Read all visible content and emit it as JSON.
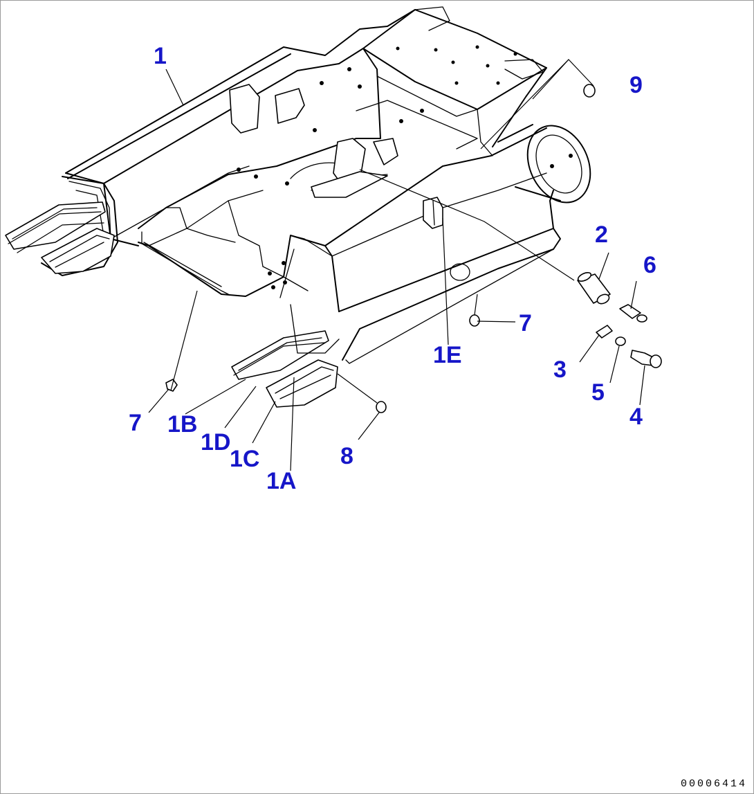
{
  "callouts": [
    {
      "id": "1",
      "text": "1"
    },
    {
      "id": "2",
      "text": "2"
    },
    {
      "id": "3",
      "text": "3"
    },
    {
      "id": "4",
      "text": "4"
    },
    {
      "id": "5",
      "text": "5"
    },
    {
      "id": "6",
      "text": "6"
    },
    {
      "id": "7a",
      "text": "7"
    },
    {
      "id": "7b",
      "text": "7"
    },
    {
      "id": "8",
      "text": "8"
    },
    {
      "id": "9",
      "text": "9"
    },
    {
      "id": "1A",
      "text": "1A"
    },
    {
      "id": "1B",
      "text": "1B"
    },
    {
      "id": "1C",
      "text": "1C"
    },
    {
      "id": "1D",
      "text": "1D"
    },
    {
      "id": "1E",
      "text": "1E"
    }
  ],
  "document_number": "00006414",
  "colors": {
    "callout": "#1616c8",
    "line": "#000000",
    "background": "#ffffff"
  }
}
